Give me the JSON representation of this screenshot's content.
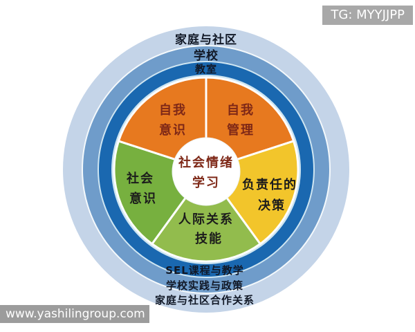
{
  "badge": {
    "text": "TG: MYYJJPP",
    "bg_color": "#a8a8a8",
    "text_color": "#ffffff"
  },
  "watermark": {
    "text": "www.yashilingroup.com",
    "bg_color": "#9c9c9c",
    "text_color": "#ffffff"
  },
  "wheel": {
    "label_color": "#111826",
    "separator_color": "#cfe6f2",
    "center": {
      "line1": "社会情绪",
      "line2": "学习",
      "bg": "#ffffff",
      "text_color": "#7e2817"
    },
    "rings": [
      {
        "name": "family-community",
        "top_label": "家庭与社区",
        "bottom_label": "家庭与社区合作关系",
        "color": "#c4d4e8"
      },
      {
        "name": "school",
        "top_label": "学校",
        "bottom_label": "学校实践与政策",
        "color": "#6f9cca"
      },
      {
        "name": "classroom",
        "top_label": "教室",
        "bottom_label": "SEL课程与教学",
        "color": "#1a68b0"
      }
    ],
    "segments": [
      {
        "name": "self-management",
        "line1": "自我",
        "line2": "管理",
        "color": "#e7791f",
        "text_color": "#7e2817"
      },
      {
        "name": "responsible-decision-making",
        "line1": "负责任的",
        "line2": "决策",
        "color": "#f2c52b",
        "text_color": "#1c1c1c"
      },
      {
        "name": "relationship-skills",
        "line1": "人际关系",
        "line2": "技能",
        "color": "#92bc4d",
        "text_color": "#1c1c1c"
      },
      {
        "name": "social-awareness",
        "line1": "社会",
        "line2": "意识",
        "color": "#77b03f",
        "text_color": "#1c1c1c"
      },
      {
        "name": "self-awareness",
        "line1": "自我",
        "line2": "意识",
        "color": "#e7791f",
        "text_color": "#7e2817"
      }
    ]
  }
}
